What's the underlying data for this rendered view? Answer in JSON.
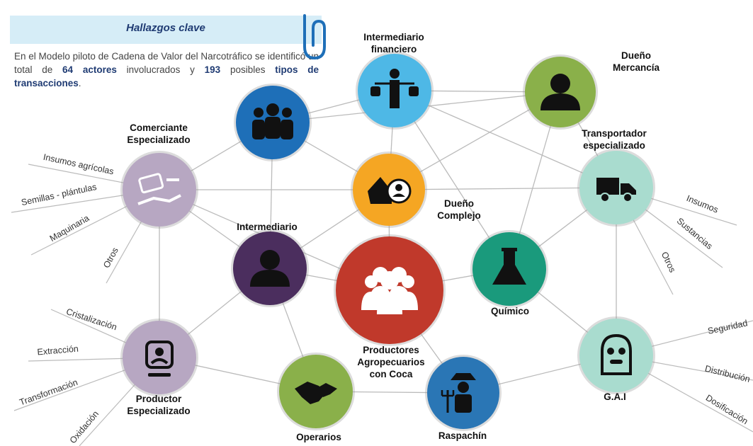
{
  "callout": {
    "title": "Hallazgos clave",
    "text_1": "En el Modelo piloto de Cadena de Valor del Narcotráfico se identificó un total de ",
    "actors": "64 actores",
    "text_2": " involucrados y ",
    "transactions": "193",
    "text_3": " posibles ",
    "transaction_types": "tipos de transacciones",
    "text_4": "."
  },
  "nodes": [
    {
      "id": "grupo",
      "label": ""
    },
    {
      "id": "intermediario_financiero",
      "label": "Intermediario financiero"
    },
    {
      "id": "dueno_mercancia",
      "label": "Dueño Mercancía"
    },
    {
      "id": "comerciante",
      "label": "Comerciante Especializado"
    },
    {
      "id": "dueno_complejo",
      "label": "Dueño Complejo"
    },
    {
      "id": "transportador",
      "label": "Transportador especializado"
    },
    {
      "id": "intermediario",
      "label": "Intermediario"
    },
    {
      "id": "productores",
      "label": "Productores Agropecuarios con Coca"
    },
    {
      "id": "quimico",
      "label": "Químico"
    },
    {
      "id": "productor",
      "label": "Productor Especializado"
    },
    {
      "id": "gai",
      "label": "G.A.I"
    },
    {
      "id": "operarios",
      "label": "Operarios"
    },
    {
      "id": "raspachin",
      "label": "Raspachín"
    }
  ],
  "spokes": {
    "comerciante": [
      "Insumos agrícolas",
      "Semillas - plántulas",
      "Maquinaria",
      "Otros"
    ],
    "productor": [
      "Cristalización",
      "Extracción",
      "Transformación",
      "Oxidación"
    ],
    "transportador": [
      "Insumos",
      "Sustancias",
      "Otros"
    ],
    "gai": [
      "Seguridad",
      "Distribución",
      "Dosificación"
    ]
  },
  "colors": {
    "blue": "#1e6fb8",
    "light_blue": "#4eb8e6",
    "green": "#8ab04a",
    "lavender": "#b7a7c2",
    "orange": "#f5a623",
    "mint": "#a9dccf",
    "purple": "#4b2e5e",
    "red": "#c0392b",
    "teal": "#1a9a7c",
    "steel_blue": "#2a76b5",
    "edge": "#bbbbbb"
  }
}
